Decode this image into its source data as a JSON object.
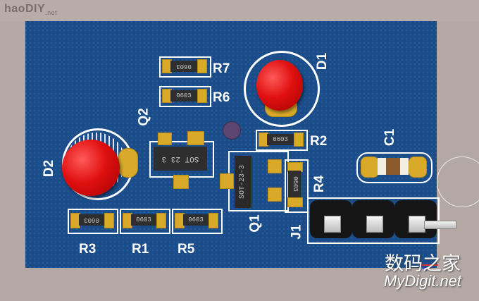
{
  "watermarks": {
    "top_left": "hao",
    "top_left_accent": "DIY",
    "top_left_suffix": ".net",
    "bottom_right_cn": "数码之家",
    "bottom_right_site": "MyDigit.net"
  },
  "designators": {
    "d1": "D1",
    "d2": "D2",
    "q1": "Q1",
    "q2": "Q2",
    "r1": "R1",
    "r2": "R2",
    "r3": "R3",
    "r4": "R4",
    "r5": "R5",
    "r6": "R6",
    "r7": "R7",
    "c1": "C1",
    "j1": "J1"
  },
  "package_labels": {
    "r7": "0603",
    "r6": "0603",
    "r2": "0603",
    "r4": "0603",
    "r3": "0603",
    "r1": "0603",
    "r5": "0603",
    "q2": "SOT 23 3",
    "q1": "SOT-23-3"
  },
  "colors": {
    "board": "#1a4d8a",
    "pad": "#d9aa2a",
    "silkscreen": "#ffffff",
    "led": "#e01010"
  }
}
